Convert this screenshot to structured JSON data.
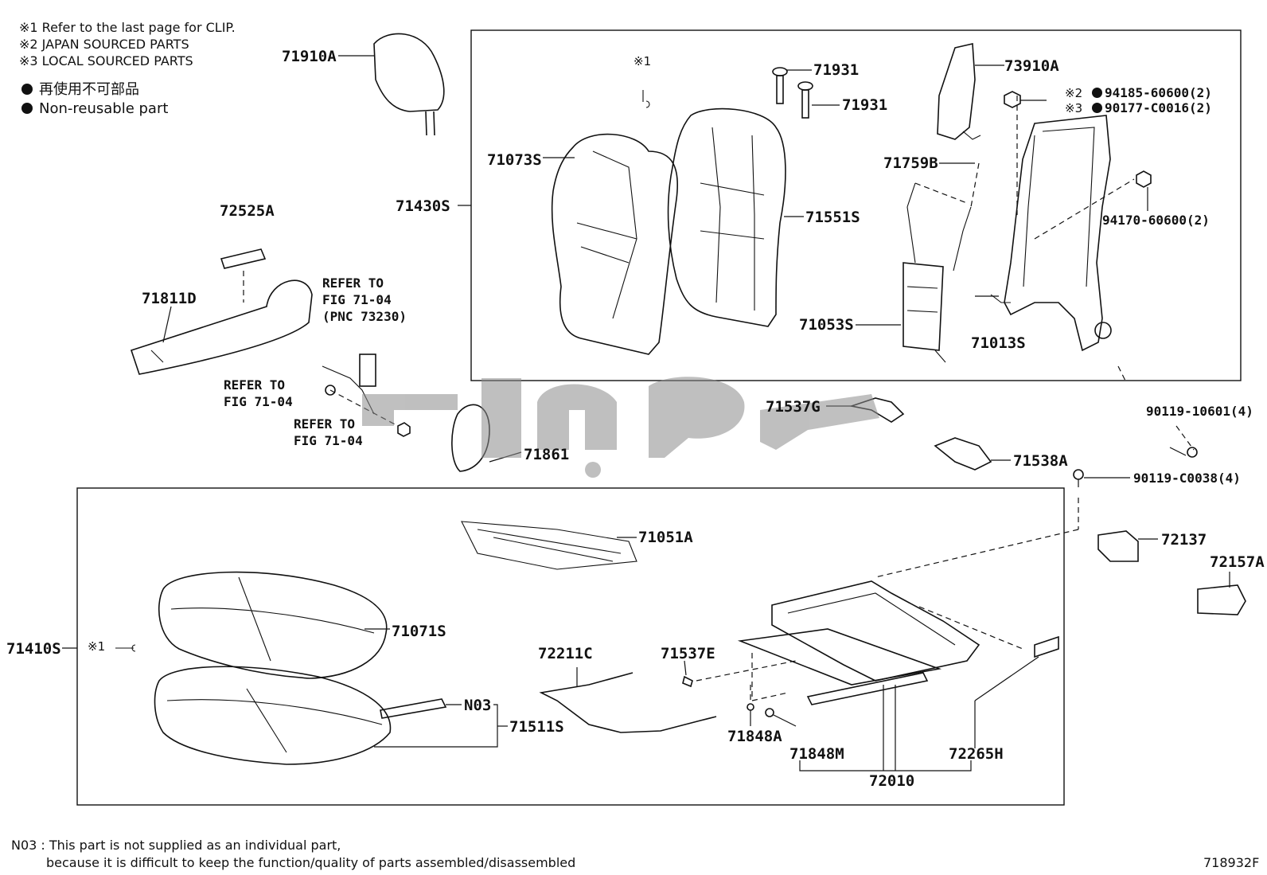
{
  "notes": {
    "clip": "※1 Refer to the last page for CLIP.",
    "japan": "※2 JAPAN SOURCED PARTS",
    "local": "※3 LOCAL SOURCED PARTS"
  },
  "legend": {
    "japanese": "再使用不可部品",
    "english": "Non-reusable part"
  },
  "marks": {
    "clip_mark": "※1",
    "japan_mark": "※2",
    "local_mark": "※3"
  },
  "parts": {
    "p71910A": "71910A",
    "p71073S": "71073S",
    "p71430S": "71430S",
    "p71931a": "71931",
    "p71931b": "71931",
    "p71551S": "71551S",
    "p73910A": "73910A",
    "p94185": "94185-60600(2)",
    "p90177": "90177-C0016(2)",
    "p71759B": "71759B",
    "p94170": "94170-60600(2)",
    "p71053S": "71053S",
    "p71013S": "71013S",
    "p72525A": "72525A",
    "p71811D": "71811D",
    "p71537G": "71537G",
    "p90119_10601": "90119-10601(4)",
    "p71861": "71861",
    "p71538A": "71538A",
    "p90119_C0038": "90119-C0038(4)",
    "p71051A": "71051A",
    "p72137": "72137",
    "p72157A": "72157A",
    "p71410S": "71410S",
    "p71071S": "71071S",
    "p72211C": "72211C",
    "p71537E": "71537E",
    "pN03": "N03",
    "p71511S": "71511S",
    "p71848A": "71848A",
    "p71848M": "71848M",
    "p72265H": "72265H",
    "p72010": "72010"
  },
  "refs": {
    "refer_to": "REFER TO",
    "fig_7104": "FIG 71-04",
    "pnc": "(PNC 73230)"
  },
  "footnote": {
    "line1": "N03 : This part is not supplied as an individual part,",
    "line2": "because it is difficult to keep the function/quality of parts assembled/disassembled",
    "figure_id": "718932F"
  }
}
